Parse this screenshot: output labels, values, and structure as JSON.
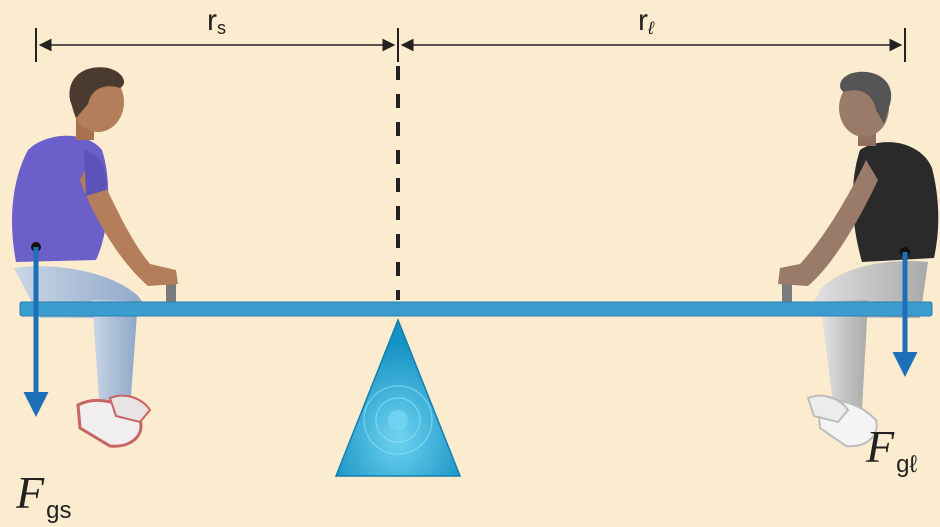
{
  "labels": {
    "r_small": {
      "main": "r",
      "sub": "s"
    },
    "r_large": {
      "main": "r",
      "sub": "ℓ"
    },
    "force_small": {
      "main": "F",
      "sub": "gs"
    },
    "force_large": {
      "main": "F",
      "sub": "gℓ"
    }
  },
  "colors": {
    "background": "#fbebcf",
    "beam": "#3a9ccf",
    "fulcrum": "#22a8d8",
    "force_arrow": "#1d6fb8",
    "dimension_line": "#222222",
    "left_shirt": "#6b5fc9",
    "right_shirt": "#2a2a2a"
  },
  "icons": [
    "seesaw-beam",
    "fulcrum-triangle",
    "child-left",
    "child-right",
    "force-arrow-left",
    "force-arrow-right"
  ]
}
